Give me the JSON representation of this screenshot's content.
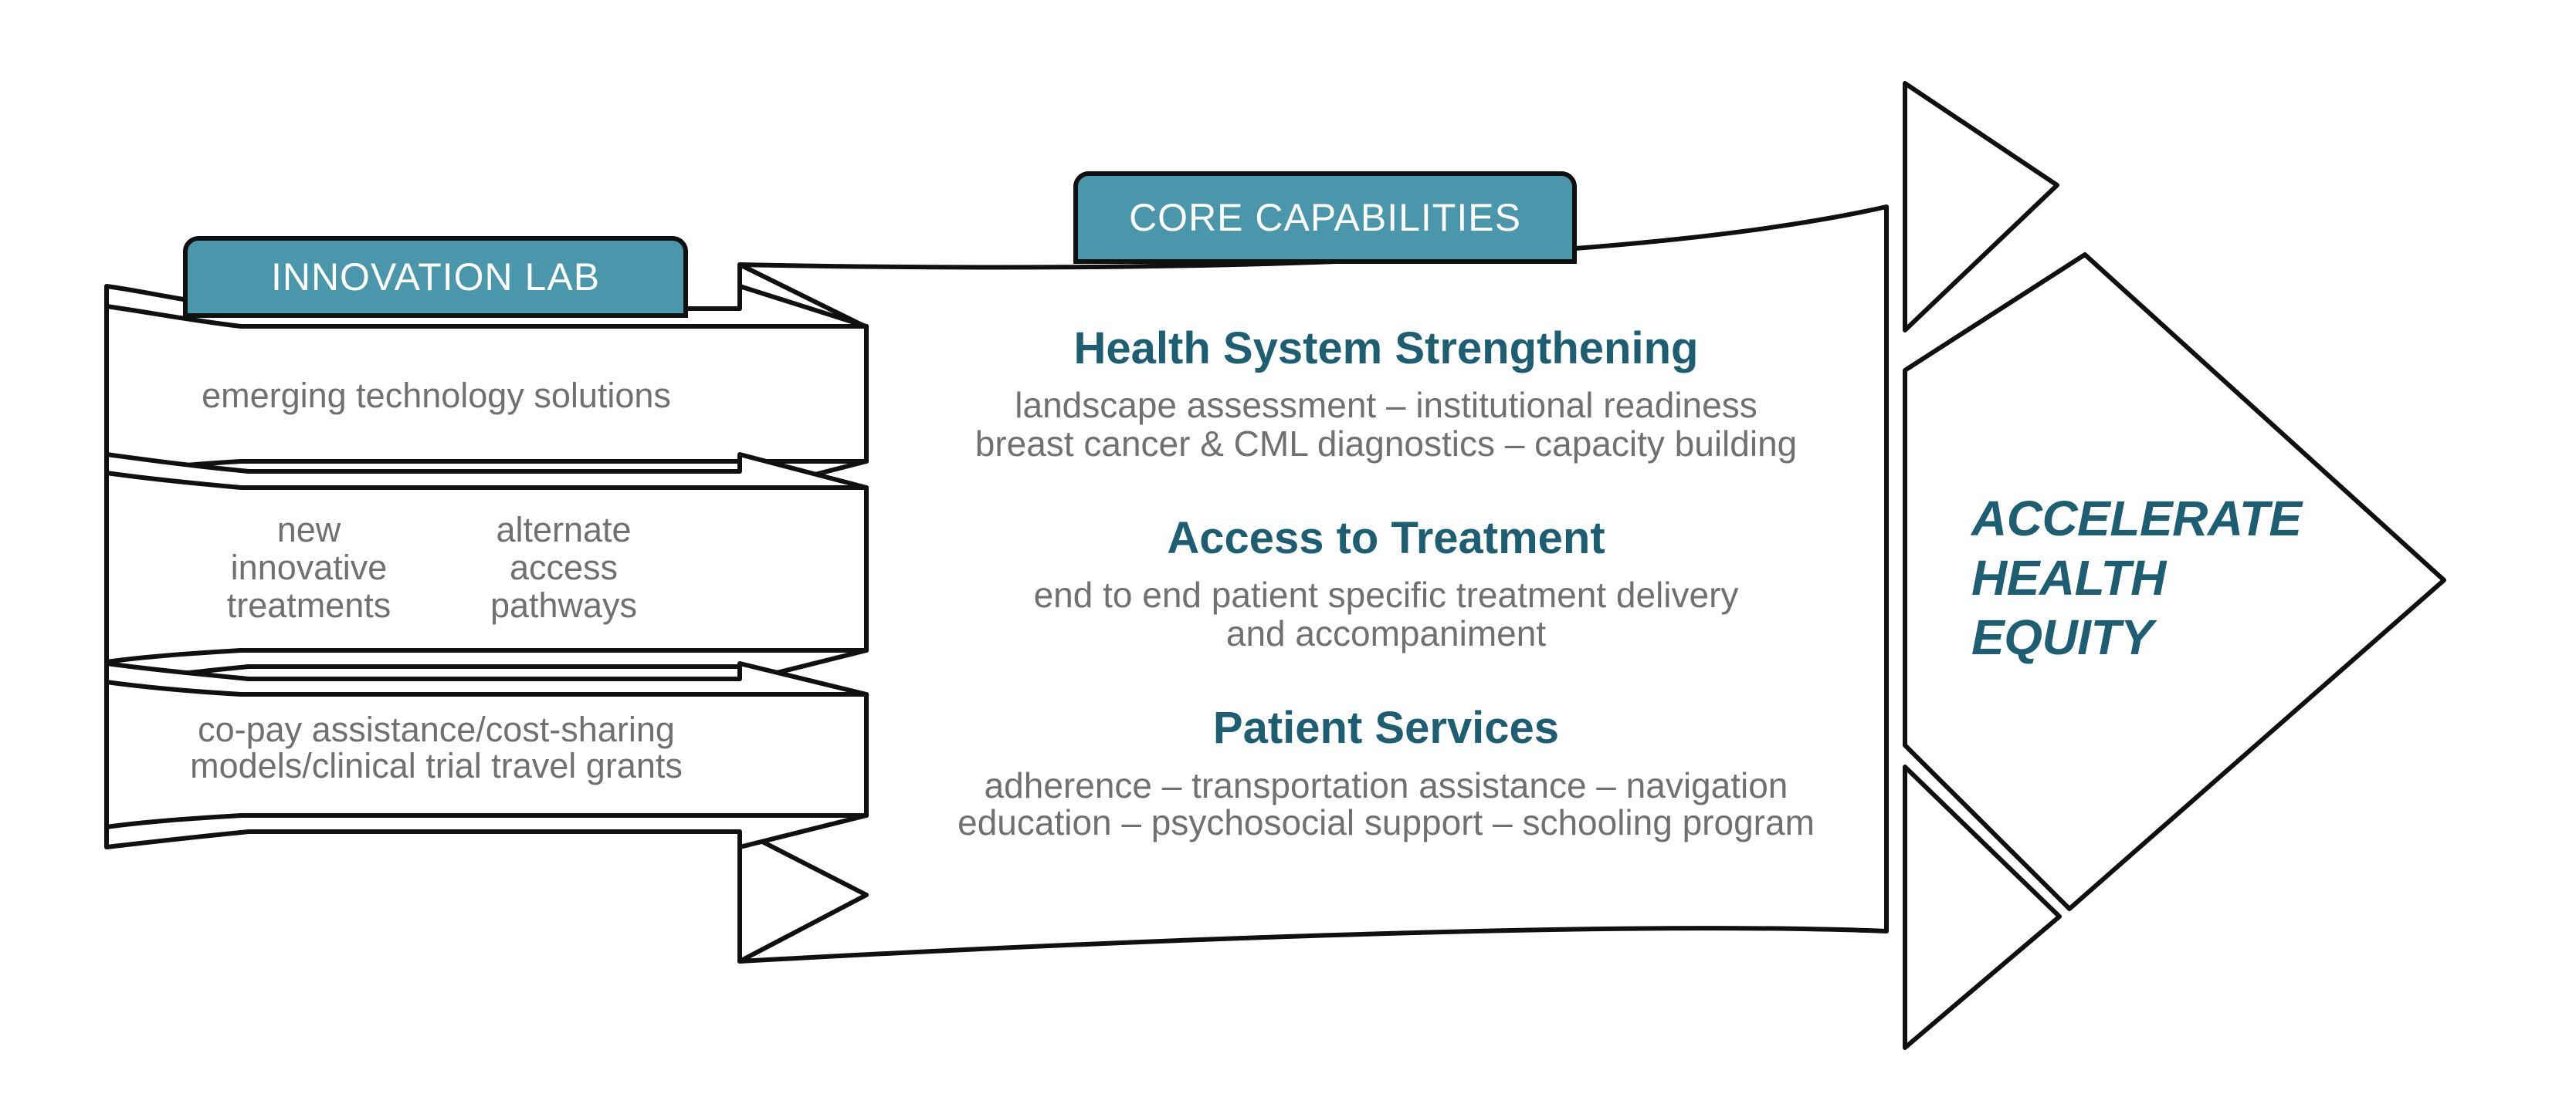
{
  "colors": {
    "teal": "#4a97ab",
    "dark_teal": "#1d5e72",
    "text_gray": "#6e7072",
    "outline": "#101010"
  },
  "innovation_lab": {
    "title": "INNOVATION LAB",
    "ribbon1": "emerging technology solutions",
    "ribbon2_col1": [
      "new",
      "innovative",
      "treatments"
    ],
    "ribbon2_col2": [
      "alternate",
      "access",
      "pathways"
    ],
    "ribbon3": [
      "co-pay assistance/cost-sharing",
      "models/clinical trial travel grants"
    ]
  },
  "core_capabilities": {
    "title": "CORE CAPABILITIES",
    "sections": [
      {
        "heading": "Health System Strengthening",
        "lines": [
          "landscape assessment – institutional readiness",
          "breast cancer & CML diagnostics – capacity building"
        ]
      },
      {
        "heading": "Access to Treatment",
        "lines": [
          "end to end patient specific treatment delivery",
          "and accompaniment"
        ]
      },
      {
        "heading": "Patient Services",
        "lines": [
          "adherence – transportation assistance – navigation",
          "education – psychosocial support – schooling program"
        ]
      }
    ]
  },
  "goal": {
    "lines": [
      "ACCELERATE",
      "HEALTH",
      "EQUITY"
    ]
  }
}
